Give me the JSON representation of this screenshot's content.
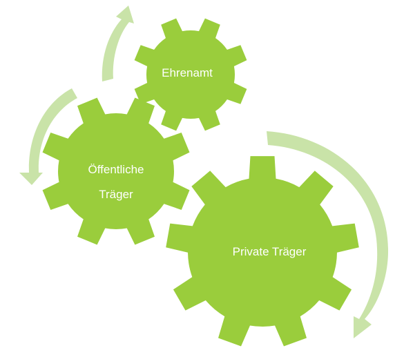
{
  "colors": {
    "gear": "#9ACD3C",
    "arrow": "#C9E3A8",
    "label_text": "#FFFFFF",
    "background": "#FFFFFF"
  },
  "gears": [
    {
      "id": "ehrenamt",
      "lines": [
        "Ehrenamt"
      ]
    },
    {
      "id": "oeffentliche-traeger",
      "lines": [
        "Öffentliche",
        "Träger"
      ]
    },
    {
      "id": "private-traeger",
      "lines": [
        "Private Träger"
      ]
    }
  ],
  "arrows": [
    {
      "id": "cycle-arrow-top",
      "direction": "up"
    },
    {
      "id": "cycle-arrow-left",
      "direction": "down"
    },
    {
      "id": "cycle-arrow-right",
      "direction": "down"
    }
  ]
}
